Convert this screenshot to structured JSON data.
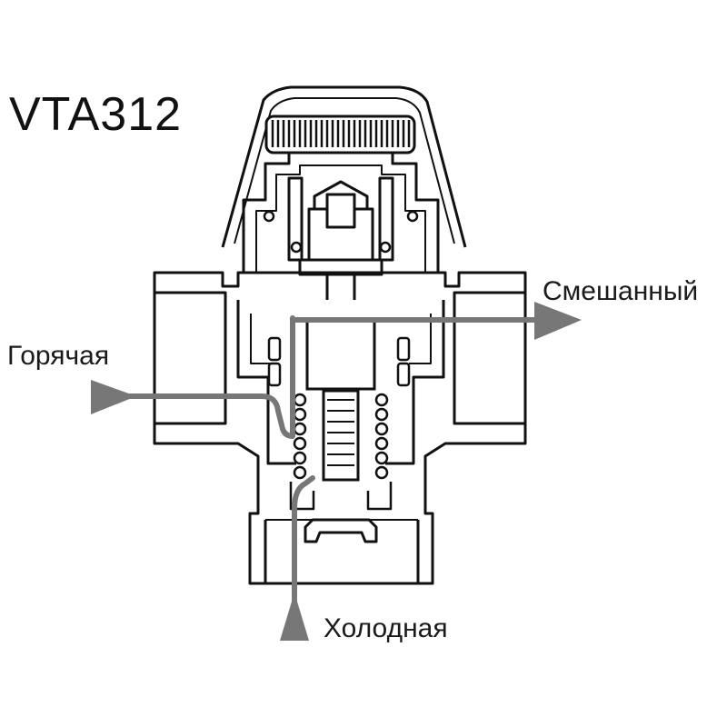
{
  "model": "VTA312",
  "ports": {
    "mixed": "Смешанный",
    "hot": "Горячая",
    "cold": "Холодная"
  },
  "colors": {
    "outline": "#111111",
    "flow": "#777777",
    "background": "#ffffff"
  }
}
